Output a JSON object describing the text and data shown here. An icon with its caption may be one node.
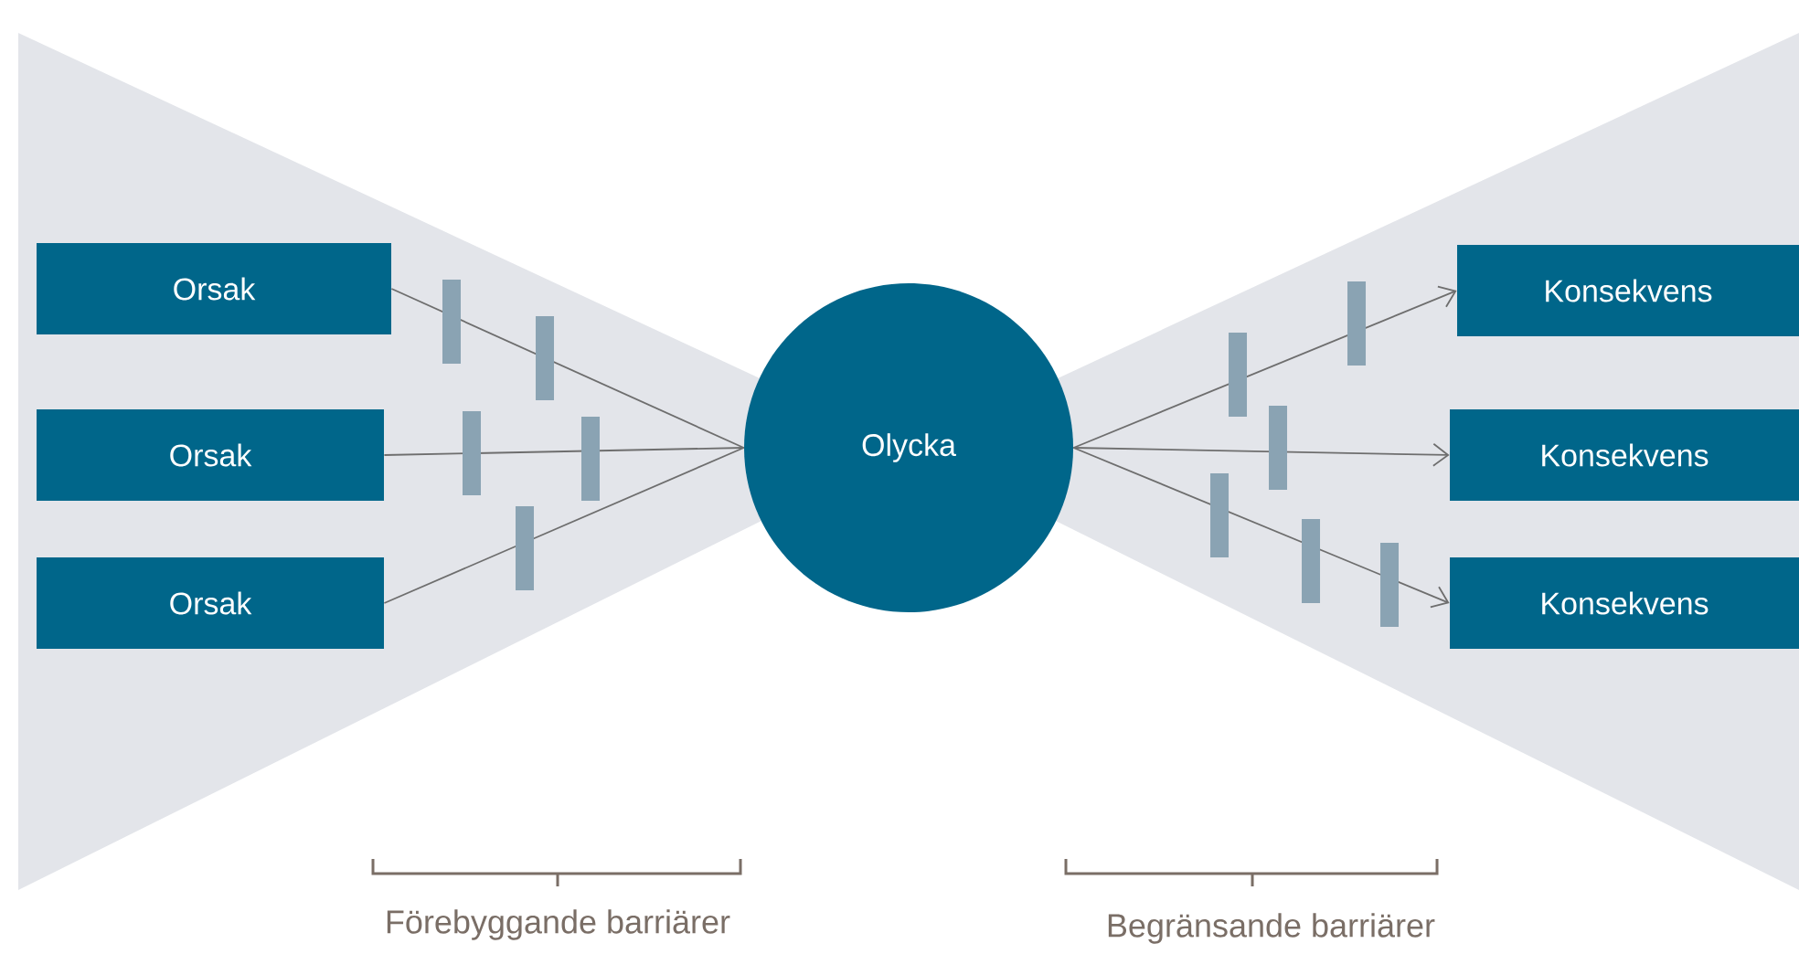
{
  "diagram": {
    "nodes": [
      {
        "text": [
          "Orsak"
        ]
      },
      {
        "text": [
          "Orsak"
        ]
      },
      {
        "text": [
          "Orsak"
        ]
      },
      {
        "text": [
          "Olycka"
        ]
      },
      {
        "text": [
          "Konsekvens"
        ]
      },
      {
        "text": [
          "Konsekvens"
        ]
      },
      {
        "text": [
          "Konsekvens"
        ]
      }
    ],
    "edges": [
      {
        "from": 0,
        "to": 3,
        "arrow": "none"
      },
      {
        "from": 1,
        "to": 3,
        "arrow": "none"
      },
      {
        "from": 2,
        "to": 3,
        "arrow": "none"
      },
      {
        "from": 3,
        "to": 4,
        "arrow": "to"
      },
      {
        "from": 3,
        "to": 5,
        "arrow": "to"
      },
      {
        "from": 3,
        "to": 6,
        "arrow": "to"
      }
    ],
    "labels": [
      "Förebyggande barriärer",
      "Begränsande barriärer"
    ]
  }
}
